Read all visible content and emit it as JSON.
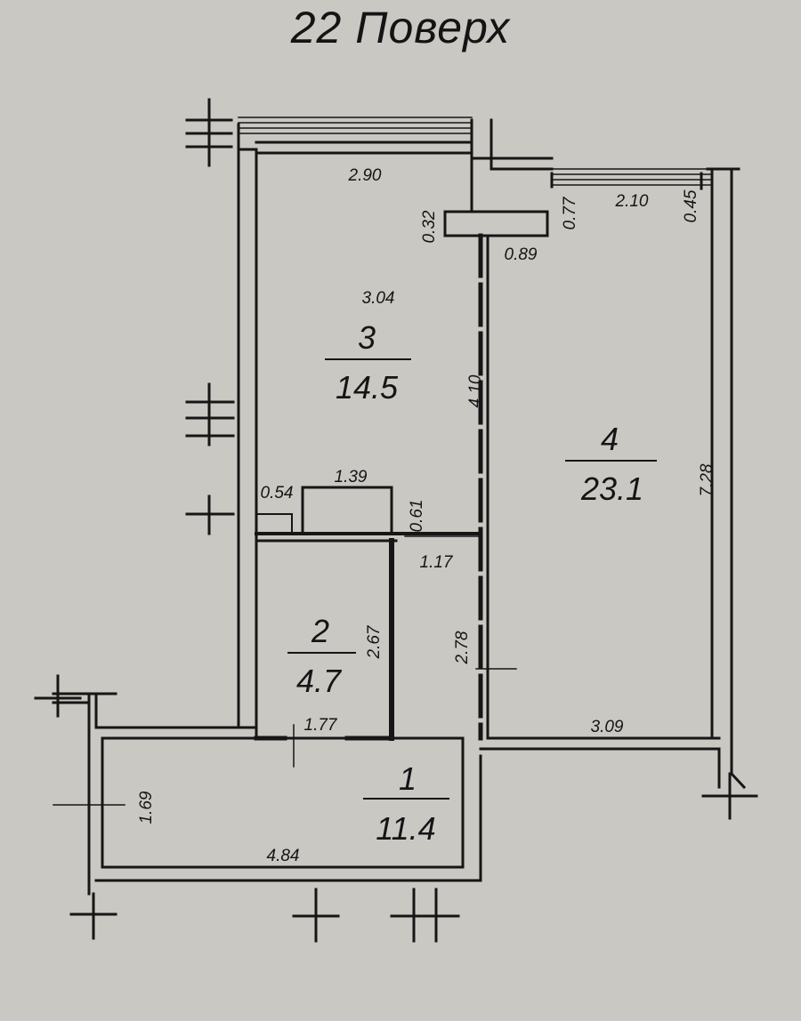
{
  "header": {
    "title": "22 Поверх"
  },
  "rooms": [
    {
      "number": "1",
      "area": "11.4"
    },
    {
      "number": "2",
      "area": "4.7"
    },
    {
      "number": "3",
      "area": "14.5"
    },
    {
      "number": "4",
      "area": "23.1"
    }
  ],
  "dimensions": {
    "room3_width_top": "2.90",
    "room3_depth_label": "3.04",
    "room3_length": "4.10",
    "niche_depth": "0.32",
    "opening_width": "0.89",
    "balcony_depth": "0.77",
    "balcony_width": "2.10",
    "pier_width": "0.45",
    "room4_length": "7.28",
    "room4_width": "3.09",
    "closet_width": "1.39",
    "closet_small": "0.54",
    "closet_depth": "0.61",
    "room2_top": "1.17",
    "room2_height": "2.67",
    "room2_width": "1.77",
    "corridor_segment": "2.78",
    "hall_depth": "1.69",
    "hall_length": "4.84"
  }
}
